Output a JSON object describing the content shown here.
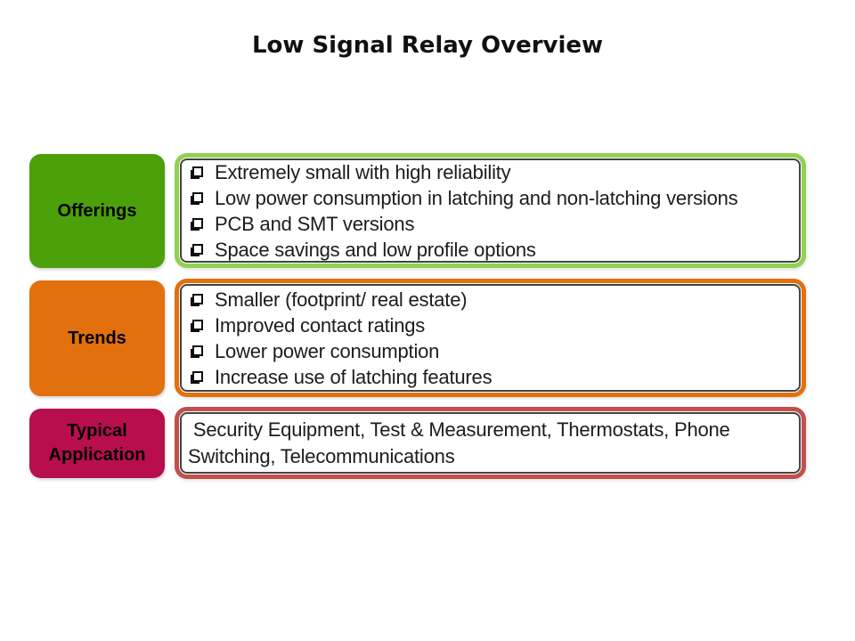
{
  "page": {
    "title": "Low Signal Relay Overview",
    "background_color": "#ffffff",
    "title_color": "#111111"
  },
  "icons": {
    "bullet": "shadowed-checkbox-square-icon"
  },
  "sections": [
    {
      "label": "Offerings",
      "label_color": "#4CA00A",
      "content_border_color": "#92D050",
      "items": [
        "Extremely small with high reliability",
        "Low power consumption in latching and non-latching versions",
        "PCB and SMT versions",
        "Space savings and low profile options"
      ]
    },
    {
      "label": "Trends",
      "label_color": "#E2700D",
      "content_border_color": "#E2700D",
      "items": [
        "Smaller (footprint/ real estate)",
        "Improved contact ratings",
        "Lower power consumption",
        "Increase use of latching features"
      ]
    },
    {
      "label": "Typical Application",
      "label_color": "#B80E4D",
      "content_border_color": "#C0504D",
      "text": " Security Equipment, Test & Measurement, Thermostats, Phone Switching, Telecommunications"
    }
  ]
}
